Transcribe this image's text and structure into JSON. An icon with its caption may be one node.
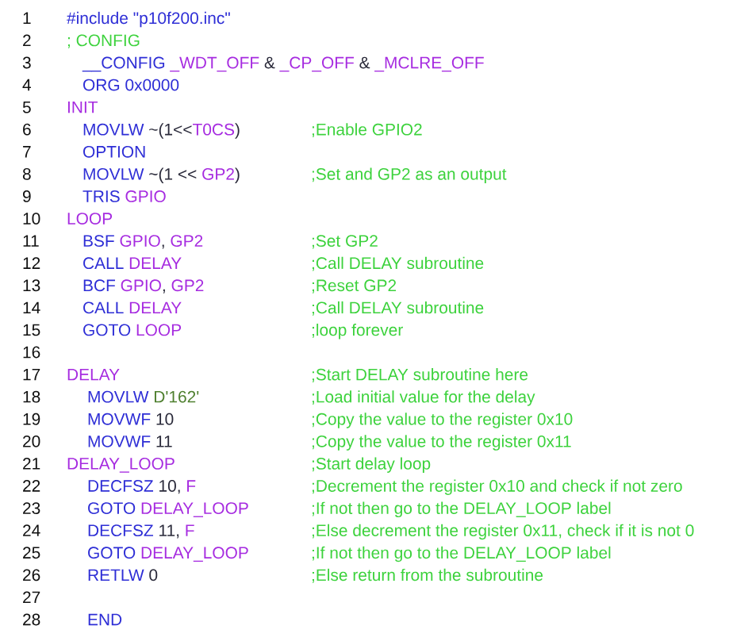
{
  "diagram": {
    "labels": [
      "1",
      "#include \"p10f200.inc\"",
      "2",
      "; CONFIG",
      "3",
      "__CONFIG",
      "_WDT_OFF",
      "&",
      "_CP_OFF",
      "&",
      "_MCLRE_OFF",
      "4",
      "ORG 0x0000",
      "5",
      "INIT",
      "6",
      "MOVLW",
      "~(1<<",
      "T0CS",
      ")",
      ";Enable GPIO2",
      "7",
      "OPTION",
      "8",
      "MOVLW",
      "~(1 <<",
      "GP2",
      ")",
      ";Set and GP2 as an output",
      "9",
      "TRIS",
      "GPIO",
      "10",
      "LOOP",
      "11",
      "BSF",
      "GPIO",
      ",",
      "GP2",
      ";Set GP2",
      "12",
      "CALL",
      "DELAY",
      ";Call DELAY subroutine",
      "13",
      "BCF",
      "GPIO",
      ",",
      "GP2",
      ";Reset GP2",
      "14",
      "CALL",
      "DELAY",
      ";Call DELAY subroutine",
      "15",
      "GOTO",
      "LOOP",
      ";loop forever",
      "16",
      "17",
      "DELAY",
      ";Start DELAY subroutine here",
      "18",
      "MOVLW",
      "D'162'",
      ";Load initial value for the delay",
      "19",
      "MOVWF",
      "10",
      ";Copy the value to the register 0x10",
      "20",
      "MOVWF",
      "11",
      ";Copy the value to the register 0x11",
      "21",
      "DELAY_LOOP",
      ";Start delay loop",
      "22",
      "DECFSZ",
      "10,",
      "F",
      ";Decrement the register 0x10 and check if not zero",
      "23",
      "GOTO",
      "DELAY_LOOP",
      ";If not then go to the DELAY_LOOP label",
      "24",
      "DECFSZ",
      "11,",
      "F",
      ";Else decrement the register 0x11, check if it is not 0",
      "25",
      "GOTO",
      "DELAY_LOOP",
      ";If not then go to the DELAY_LOOP label",
      "26",
      "RETLW",
      "0",
      ";Else return from the subroutine",
      "27",
      "28",
      "END"
    ]
  }
}
